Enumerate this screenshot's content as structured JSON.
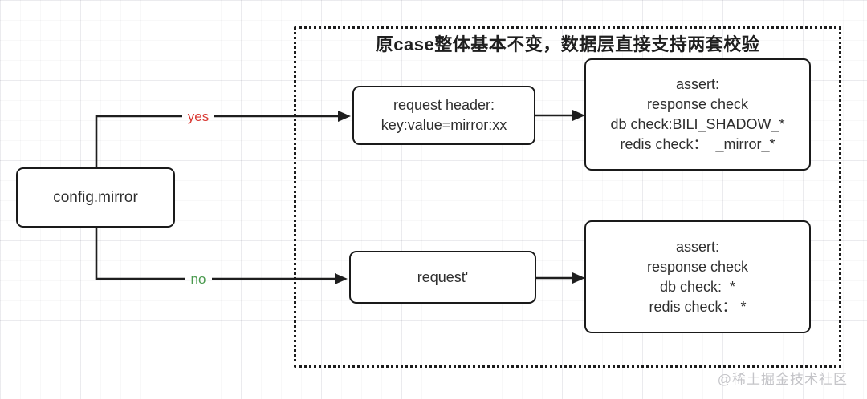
{
  "diagram": {
    "title": "原case整体基本不变，数据层直接支持两套校验",
    "nodes": {
      "config": {
        "label": "config.mirror"
      },
      "request_header": {
        "lines": [
          "request header:",
          "key:value=mirror:xx"
        ]
      },
      "request_prime": {
        "lines": [
          "request'"
        ]
      },
      "assert_mirror": {
        "lines": [
          "assert:",
          "response check",
          "db check:BILI_SHADOW_*",
          "redis check：  _mirror_*"
        ]
      },
      "assert_plain": {
        "lines": [
          "assert:",
          "response check",
          "db check:  *",
          "redis check： *"
        ]
      }
    },
    "edges": {
      "yes": {
        "label": "yes",
        "color": "#d93a34"
      },
      "no": {
        "label": "no",
        "color": "#4a9a4e"
      }
    },
    "connector_color": "#1e1e1e"
  },
  "watermark": {
    "text": "@稀土掘金技术社区"
  }
}
